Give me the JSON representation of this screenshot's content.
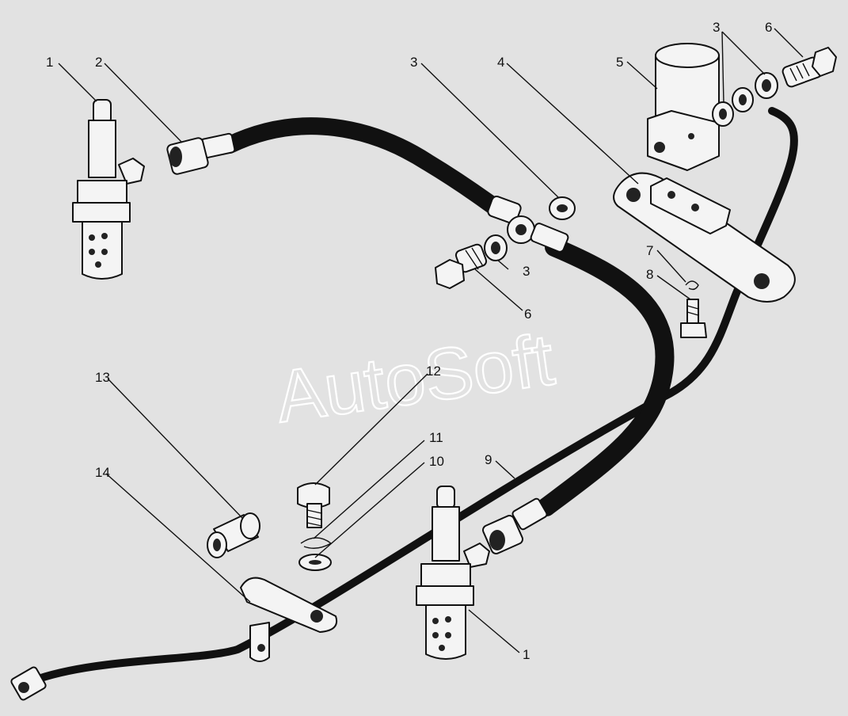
{
  "watermark": "AutoSoft",
  "callouts": [
    "1",
    "2",
    "3",
    "4",
    "5",
    "3",
    "6",
    "3",
    "6",
    "7",
    "8",
    "13",
    "12",
    "11",
    "10",
    "9",
    "14",
    "1"
  ],
  "colors": {
    "background": "#e2e2e2",
    "ink": "#111111",
    "watermark": "#ffffff"
  }
}
